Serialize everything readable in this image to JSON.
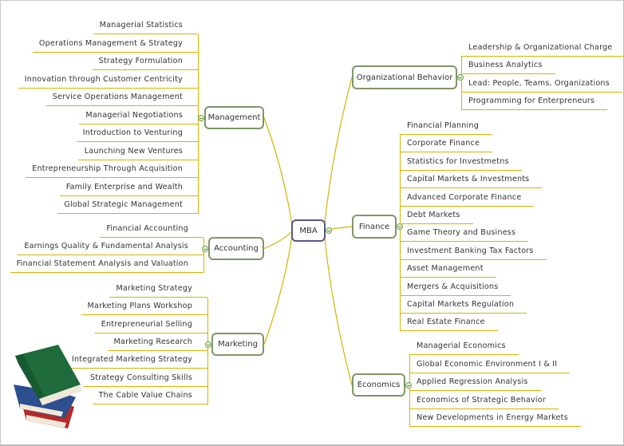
{
  "root": {
    "label": "MBA"
  },
  "branches": [
    {
      "id": "management",
      "label": "Management",
      "side": "left",
      "items": [
        "Managerial Statistics",
        "Operations Management & Strategy",
        "Strategy Formulation",
        "Innovation through Customer Centricity",
        "Service Operations Management",
        "Managerial Negotiations",
        "Introduction to Venturing",
        "Launching New Ventures",
        "Entrepreneurship Through Acquisition",
        "Family Enterprise and Wealth",
        "Global Strategic Management"
      ]
    },
    {
      "id": "accounting",
      "label": "Accounting",
      "side": "left",
      "items": [
        "Financial Accounting",
        "Earnings Quality & Fundamental Analysis",
        "Financial Statement Analysis and Valuation"
      ]
    },
    {
      "id": "marketing",
      "label": "Marketing",
      "side": "left",
      "items": [
        "Marketing Strategy",
        "Marketing Plans Workshop",
        "Entrepreneurial Selling",
        "Marketing Research",
        "Integrated Marketing Strategy",
        "Strategy Consulting Skills",
        "The Cable Value Chains"
      ]
    },
    {
      "id": "organizational-behavior",
      "label": "Organizational Behavior",
      "side": "right",
      "items": [
        "Leadership & Organizational Charge",
        "Business Analytics",
        "Lead: People, Teams, Organizations",
        "Programming for Enterpreneurs"
      ]
    },
    {
      "id": "finance",
      "label": "Finance",
      "side": "right",
      "items": [
        "Financial Planning",
        "Corporate Finance",
        "Statistics for Investmetns",
        "Capital Markets & Investments",
        "Advanced Corporate Finance",
        "Debt Markets",
        "Game Theory and Business",
        "Investment Banking Tax Factors",
        "Asset Management",
        "Mergers & Acquisitions",
        "Capital Markets Regulation",
        "Real Estate Finance"
      ]
    },
    {
      "id": "economics",
      "label": "Economics",
      "side": "right",
      "items": [
        "Managerial Economics",
        "Global Economic Environment I & II",
        "Applied Regression Analysis",
        "Economics of Strategic Behavior",
        "New Developments in Energy Markets"
      ]
    }
  ],
  "colors": {
    "link": "#d9b200",
    "node_border": "#7f9668",
    "root_border": "#5b5582"
  }
}
